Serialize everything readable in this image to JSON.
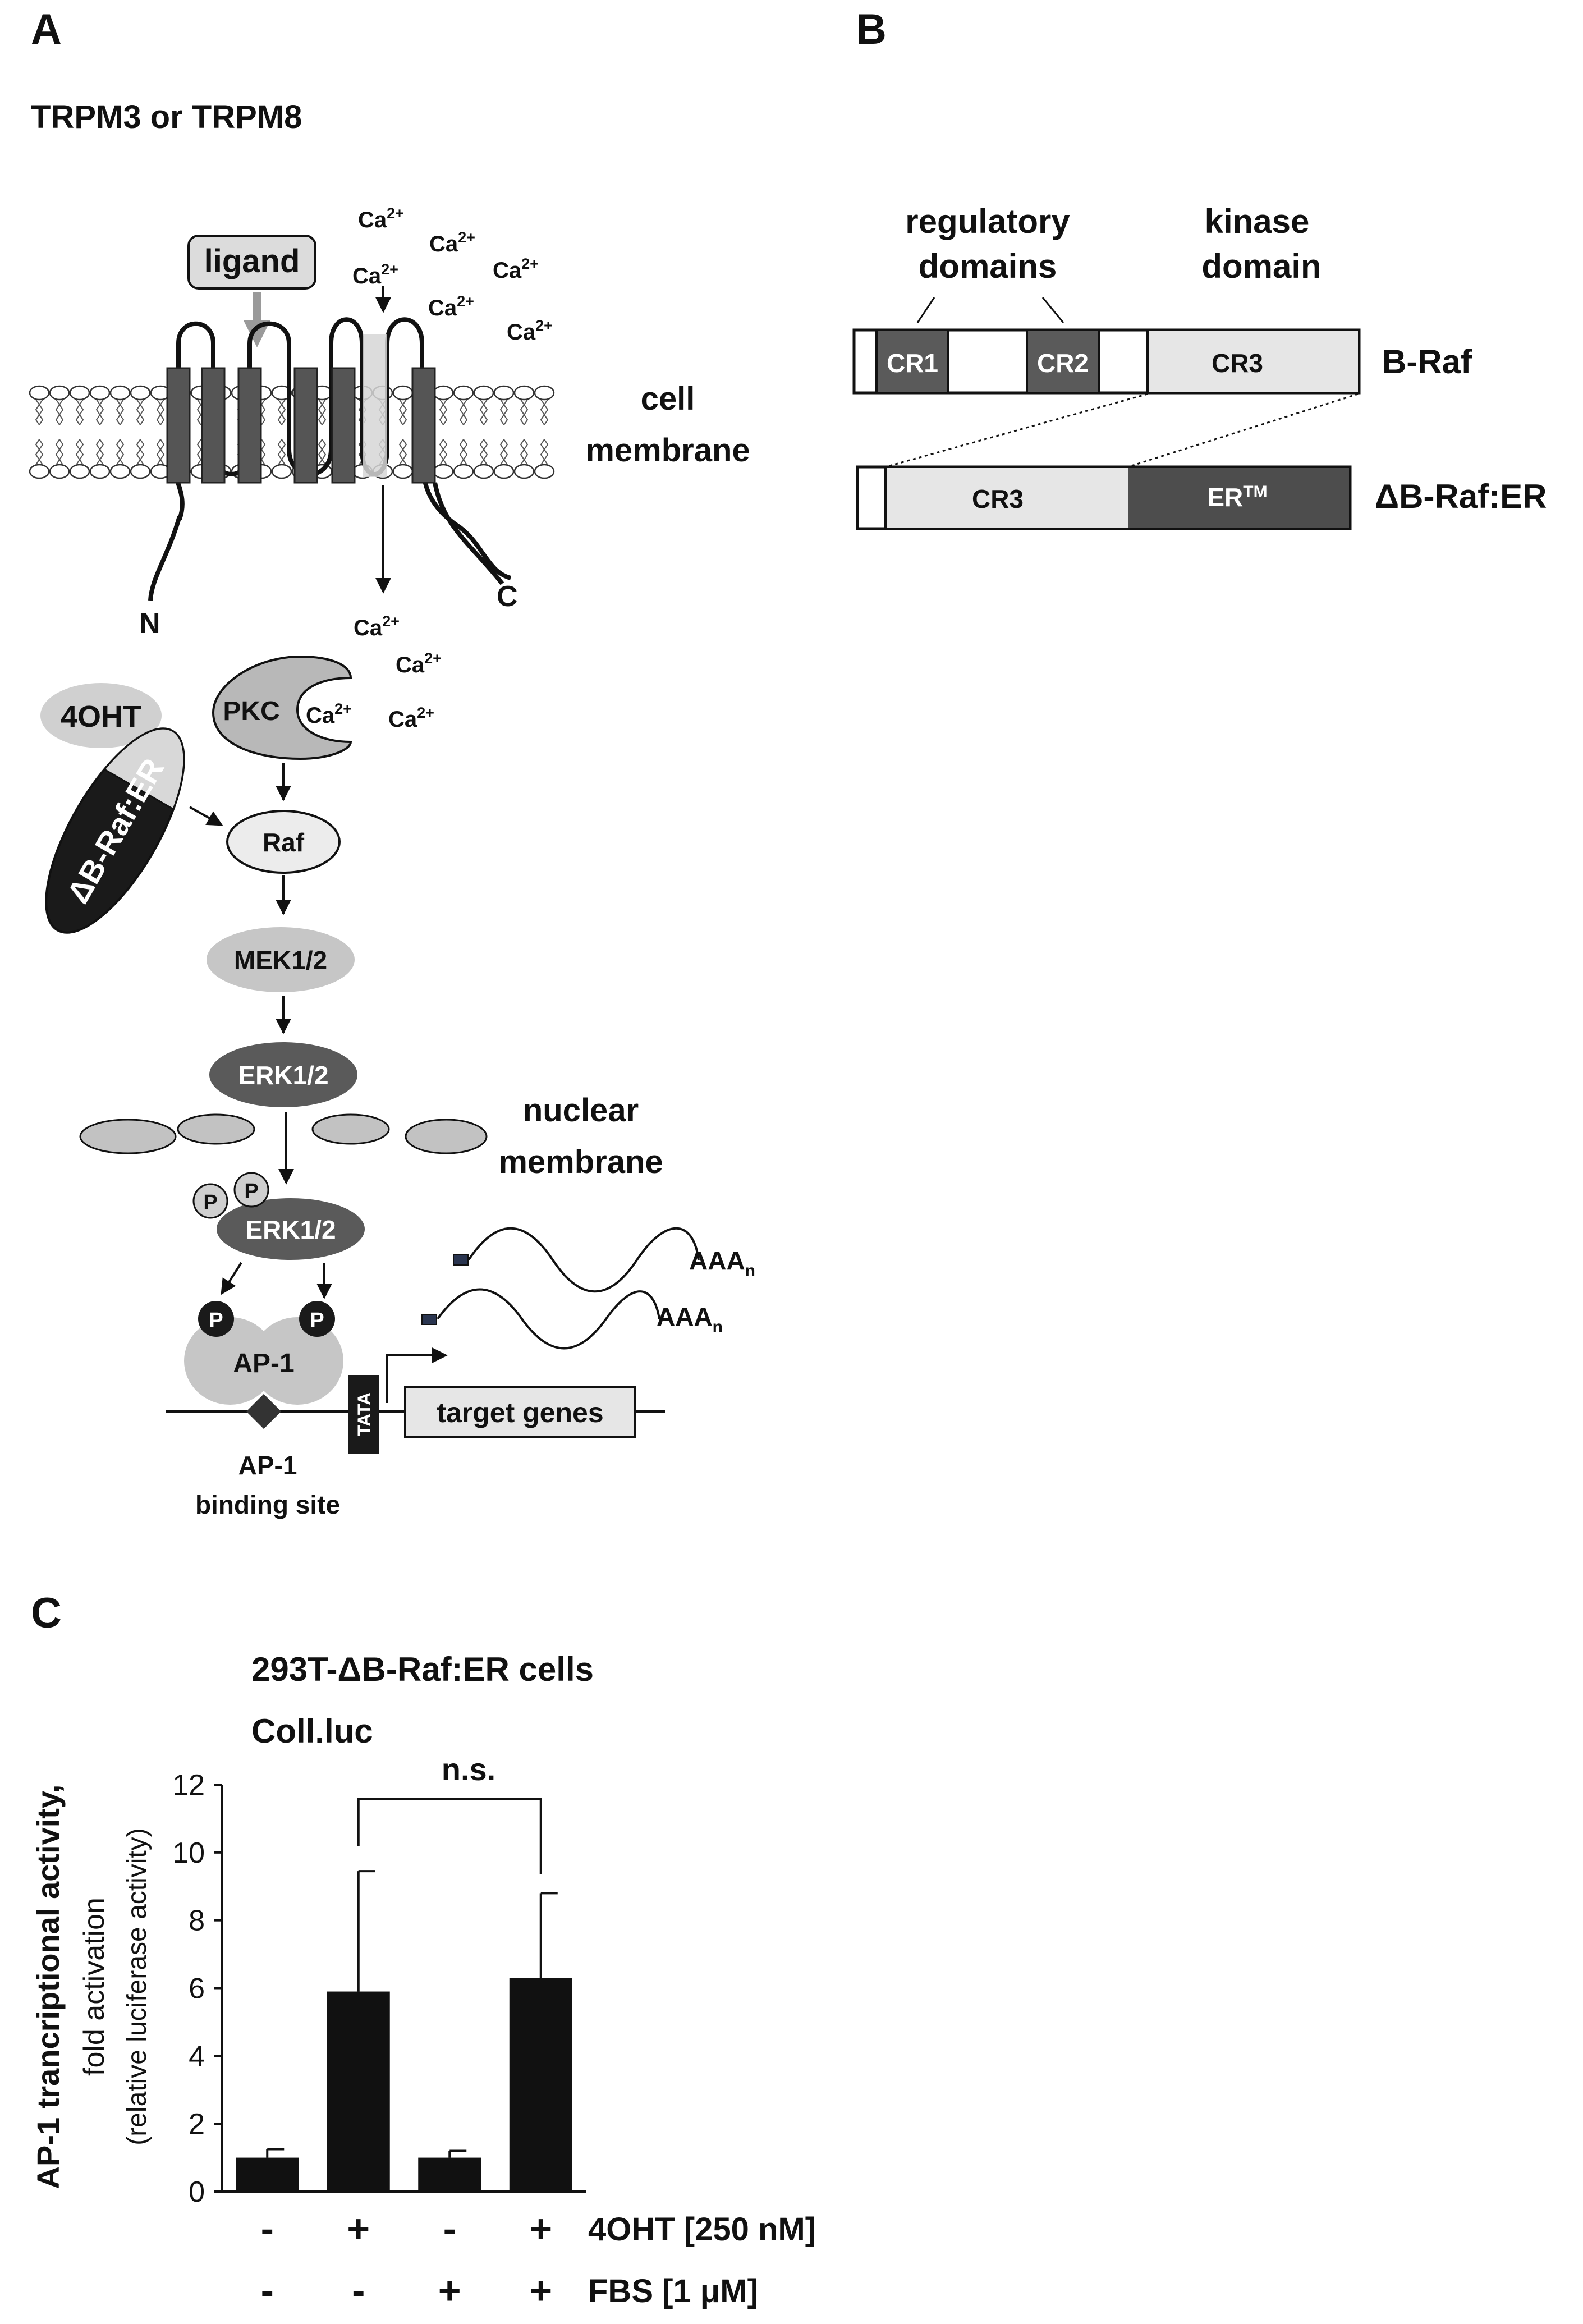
{
  "panel_a": {
    "letter": "A",
    "title": "TRPM3 or TRPM8",
    "ligand": "ligand",
    "calcium": "Ca",
    "calcium_charge": "2+",
    "cell_membrane": [
      "cell",
      "membrane"
    ],
    "n_terminus": "N",
    "c_terminus": "C",
    "pkc": "PKC",
    "tamoxifen": "4OHT",
    "fusion_protein": "ΔB-Raf:ER",
    "raf": "Raf",
    "mek": "MEK1/2",
    "erk": "ERK1/2",
    "nuclear_membrane": [
      "nuclear",
      "membrane"
    ],
    "phospho": "P",
    "ap1": "AP-1",
    "tata": "TATA",
    "target_genes": "target genes",
    "polyA": "AAA",
    "polyA_sub": "n",
    "binding_site": [
      "AP-1",
      "binding site"
    ]
  },
  "panel_b": {
    "letter": "B",
    "regulatory": [
      "regulatory",
      "domains"
    ],
    "kinase": [
      "kinase",
      "domain"
    ],
    "cr1": "CR1",
    "cr2": "CR2",
    "cr3": "CR3",
    "braf": "B-Raf",
    "er": "ER",
    "er_sup": "TM",
    "fusion": "ΔB-Raf:ER"
  },
  "panel_c": {
    "letter": "C",
    "significance": "n.s.",
    "row_labels": [
      "4OHT [250 nM]",
      "FBS [1 μM]"
    ],
    "conditions": [
      {
        "tamoxifen": "-",
        "fbs": "-"
      },
      {
        "tamoxifen": "+",
        "fbs": "-"
      },
      {
        "tamoxifen": "-",
        "fbs": "+"
      },
      {
        "tamoxifen": "+",
        "fbs": "+"
      }
    ]
  },
  "colors": {
    "dark": "#4d4d4d",
    "medium": "#b8b8b8",
    "light": "#e6e6e6",
    "black": "#1a1a1a"
  },
  "chart_data": {
    "type": "bar",
    "title": "293T-ΔB-Raf:ER cells",
    "subtitle": "Coll.luc",
    "ylabel": [
      "AP-1 trancriptional activity,",
      "fold activation",
      "(relative luciferase activity)"
    ],
    "categories": [
      "- / -",
      "+ / -",
      "- / +",
      "+ / +"
    ],
    "values": [
      1.0,
      5.9,
      1.0,
      6.3
    ],
    "errors": [
      0.25,
      3.55,
      0.2,
      2.5
    ],
    "ylim": [
      0,
      12
    ],
    "yticks": [
      "0",
      "2",
      "4",
      "6",
      "8",
      "10",
      "12"
    ],
    "grid": false
  }
}
